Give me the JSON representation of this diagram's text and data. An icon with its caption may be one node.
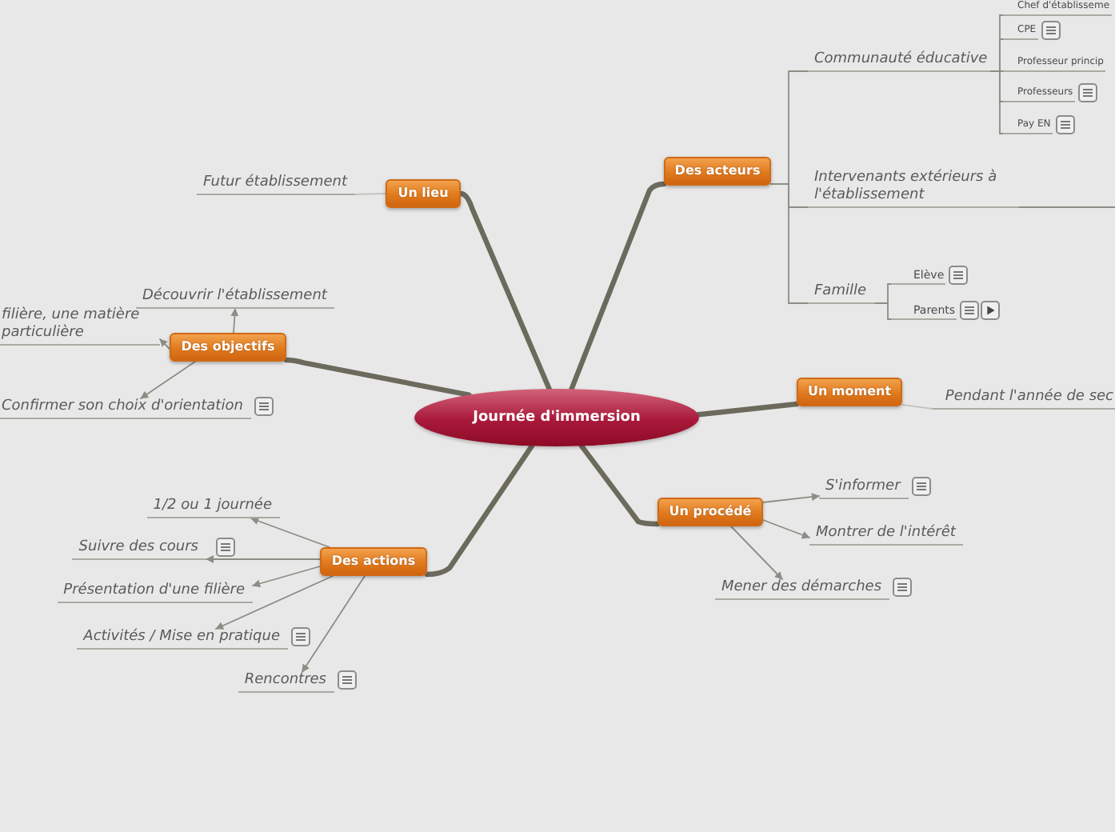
{
  "diagram": {
    "nodes": [
      {
        "text": [
          "Journée d'immersion"
        ]
      },
      {
        "text": [
          "Un lieu"
        ]
      },
      {
        "text": [
          "Futur établissement"
        ]
      },
      {
        "text": [
          "Des objectifs"
        ]
      },
      {
        "text": [
          "Découvrir l'établissement"
        ]
      },
      {
        "text": [
          "filière, une matière particulière"
        ]
      },
      {
        "text": [
          "Confirmer son choix d'orientation"
        ]
      },
      {
        "text": [
          "Des actions"
        ]
      },
      {
        "text": [
          "1/2 ou 1 journée"
        ]
      },
      {
        "text": [
          "Suivre des cours"
        ]
      },
      {
        "text": [
          "Présentation d'une filière"
        ]
      },
      {
        "text": [
          "Activités / Mise en pratique"
        ]
      },
      {
        "text": [
          "Rencontres"
        ]
      },
      {
        "text": [
          "Des acteurs"
        ]
      },
      {
        "text": [
          "Communauté éducative"
        ]
      },
      {
        "text": [
          "Chef d'établisseme"
        ]
      },
      {
        "text": [
          "CPE"
        ]
      },
      {
        "text": [
          "Professeur princip"
        ]
      },
      {
        "text": [
          "Professeurs"
        ]
      },
      {
        "text": [
          "Pay EN"
        ]
      },
      {
        "text": [
          "Intervenants extérieurs à l'établissement"
        ]
      },
      {
        "text": [
          "Famille"
        ]
      },
      {
        "text": [
          "Elève"
        ]
      },
      {
        "text": [
          "Parents"
        ]
      },
      {
        "text": [
          "Un moment"
        ]
      },
      {
        "text": [
          "Pendant l'année de sec"
        ]
      },
      {
        "text": [
          "Un procédé"
        ]
      },
      {
        "text": [
          "S'informer"
        ]
      },
      {
        "text": [
          "Montrer de l'intérêt"
        ]
      },
      {
        "text": [
          "Mener des démarches"
        ]
      }
    ],
    "edges": [
      {
        "from": 0,
        "to": 1,
        "arrow": "none",
        "style": "thick",
        "color": "#6b6a5c"
      },
      {
        "from": 1,
        "to": 2,
        "arrow": "none",
        "color": "#c4c4be"
      },
      {
        "from": 0,
        "to": 3,
        "arrow": "none",
        "style": "thick",
        "color": "#6b6a5c"
      },
      {
        "from": 3,
        "to": 4,
        "arrow": "to"
      },
      {
        "from": 3,
        "to": 5,
        "arrow": "to"
      },
      {
        "from": 3,
        "to": 6,
        "arrow": "to"
      },
      {
        "from": 0,
        "to": 7,
        "arrow": "none",
        "style": "thick",
        "color": "#6b6a5c"
      },
      {
        "from": 7,
        "to": 8,
        "arrow": "to"
      },
      {
        "from": 7,
        "to": 9,
        "arrow": "to"
      },
      {
        "from": 7,
        "to": 10,
        "arrow": "to"
      },
      {
        "from": 7,
        "to": 11,
        "arrow": "to"
      },
      {
        "from": 7,
        "to": 12,
        "arrow": "to"
      },
      {
        "from": 0,
        "to": 13,
        "arrow": "none",
        "style": "thick",
        "color": "#6b6a5c"
      },
      {
        "from": 13,
        "to": 14,
        "arrow": "none"
      },
      {
        "from": 14,
        "to": 15,
        "arrow": "none"
      },
      {
        "from": 14,
        "to": 16,
        "arrow": "none"
      },
      {
        "from": 14,
        "to": 17,
        "arrow": "none"
      },
      {
        "from": 14,
        "to": 18,
        "arrow": "none"
      },
      {
        "from": 14,
        "to": 19,
        "arrow": "none"
      },
      {
        "from": 13,
        "to": 20,
        "arrow": "none"
      },
      {
        "from": 20,
        "to": null,
        "arrow": "none"
      },
      {
        "from": 13,
        "to": 21,
        "arrow": "none"
      },
      {
        "from": 21,
        "to": 22,
        "arrow": "none"
      },
      {
        "from": 21,
        "to": 23,
        "arrow": "none"
      },
      {
        "from": 0,
        "to": 24,
        "arrow": "none",
        "style": "thick",
        "color": "#6b6a5c"
      },
      {
        "from": 24,
        "to": 25,
        "arrow": "none",
        "color": "#c4c4be"
      },
      {
        "from": 0,
        "to": 26,
        "arrow": "none",
        "style": "thick",
        "color": "#6b6a5c"
      },
      {
        "from": 26,
        "to": 27,
        "arrow": "to"
      },
      {
        "from": 26,
        "to": 28,
        "arrow": "to"
      },
      {
        "from": 26,
        "to": 29,
        "arrow": "to"
      }
    ]
  }
}
